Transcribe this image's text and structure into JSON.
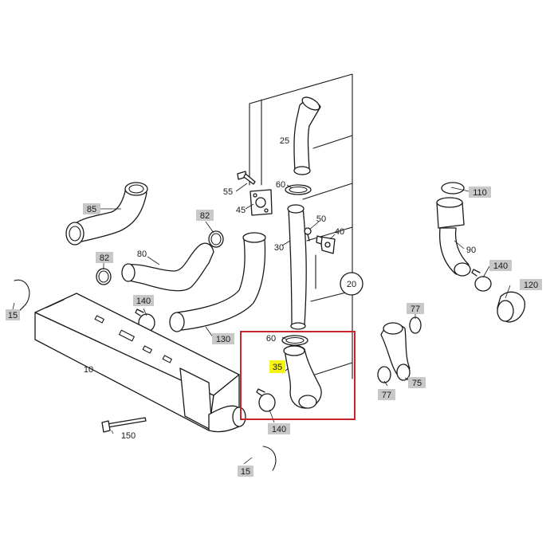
{
  "callouts": {
    "p15a": "15",
    "p15b": "15",
    "p85": "85",
    "p82a": "82",
    "p82b": "82",
    "p80": "80",
    "p140a": "140",
    "p140b": "140",
    "p140c": "140",
    "p130": "130",
    "p10": "10",
    "p150": "150",
    "p55": "55",
    "p45": "45",
    "p60a": "60",
    "p60b": "60",
    "p25": "25",
    "p50": "50",
    "p40": "40",
    "p30": "30",
    "p20": "20",
    "p35": "35",
    "p77a": "77",
    "p77b": "77",
    "p75": "75",
    "p110": "110",
    "p90": "90",
    "p120": "120"
  },
  "highlighted_part": "35",
  "highlight_color": "#f4f414",
  "callout_box_color": "#c9242b",
  "label_box_color": "#c8c8c8"
}
